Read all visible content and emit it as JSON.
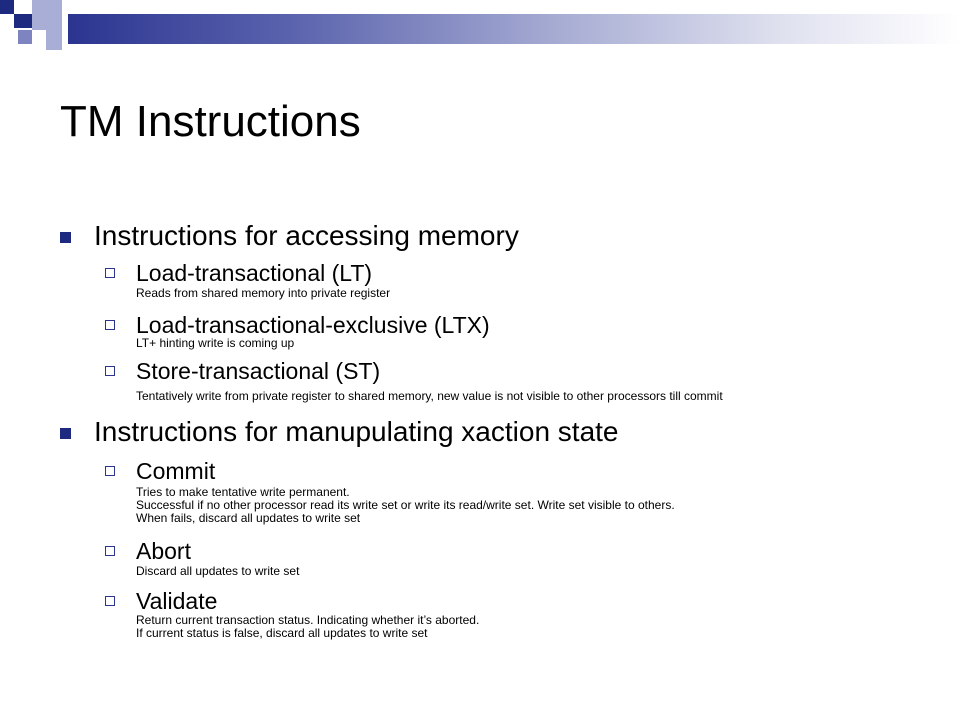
{
  "title": "TM Instructions",
  "sections": [
    {
      "heading": "Instructions for accessing memory",
      "items": [
        {
          "label": "Load-transactional (LT)",
          "notes": [
            "Reads from shared memory into private register"
          ]
        },
        {
          "label": "Load-transactional-exclusive (LTX)",
          "notes": [
            "LT+ hinting write is coming up"
          ]
        },
        {
          "label": "Store-transactional (ST)",
          "notes": [
            "Tentatively write from private register to shared memory, new value is not visible to other processors till commit"
          ]
        }
      ]
    },
    {
      "heading": "Instructions for manupulating xaction state",
      "items": [
        {
          "label": "Commit",
          "notes": [
            "Tries to make tentative write permanent.",
            "Successful if no other processor read its write set or write its read/write set. Write set visible to others.",
            "When fails, discard all updates to write set"
          ]
        },
        {
          "label": "Abort",
          "notes": [
            "Discard all updates to write set"
          ]
        },
        {
          "label": "Validate",
          "notes": [
            "Return current transaction status. Indicating whether it’s aborted.",
            "If current status is false, discard all updates to write set"
          ]
        }
      ]
    }
  ]
}
